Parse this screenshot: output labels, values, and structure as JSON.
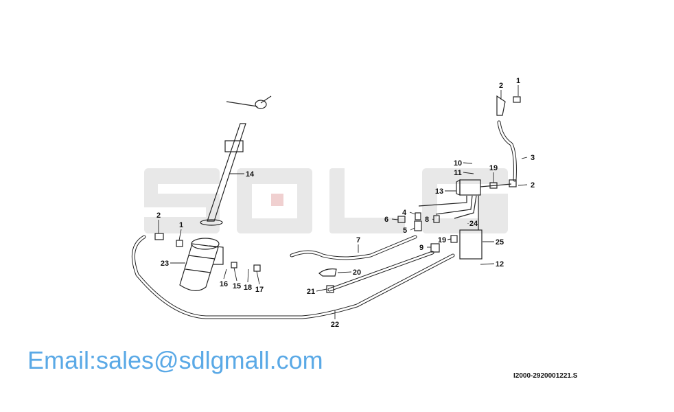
{
  "diagram": {
    "part_labels": [
      "1",
      "2",
      "3",
      "10",
      "11",
      "19",
      "2",
      "13",
      "4",
      "6",
      "8",
      "5",
      "24",
      "19",
      "25",
      "9",
      "12",
      "7",
      "2",
      "1",
      "23",
      "16",
      "15",
      "18",
      "17",
      "20",
      "21",
      "22",
      "14"
    ],
    "drawing_code": "I2000-2920001221.S",
    "watermark": "Email:sales@sdlgmall.com",
    "logo_text": "SDLG",
    "colors": {
      "watermark": "#5aa9e6",
      "logo_gray": "#e6e6e6",
      "logo_red": "#f3d9d9",
      "line": "#222222"
    }
  }
}
